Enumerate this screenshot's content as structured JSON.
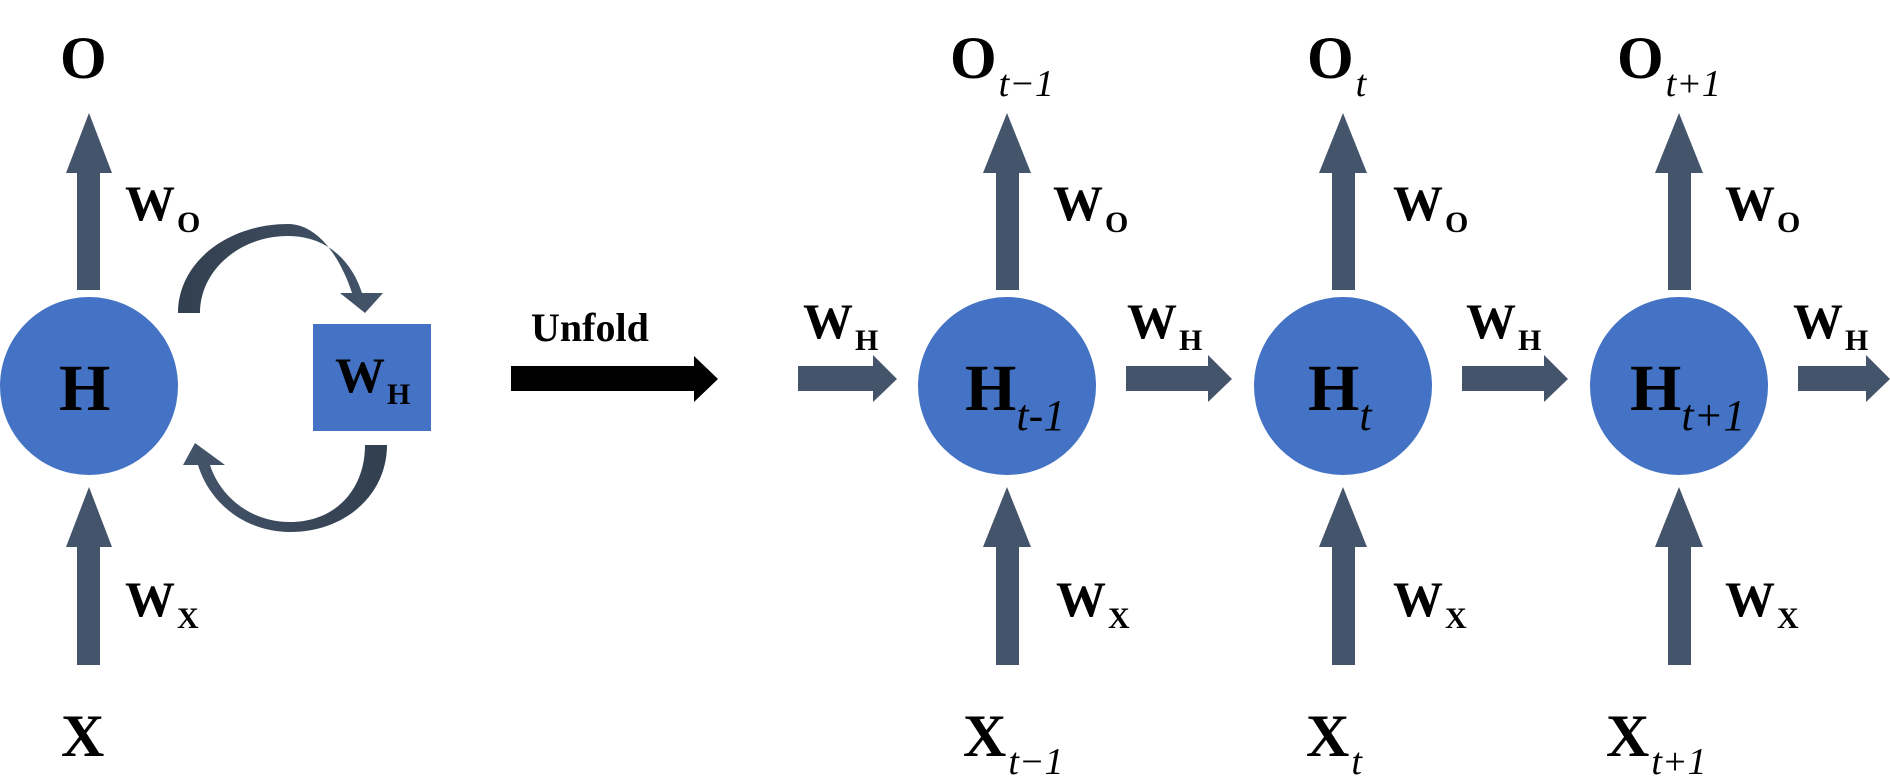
{
  "colors": {
    "node_fill": "#4472C4",
    "arrow_fill": "#44546A",
    "unfold_arrow": "#000000",
    "text": "#000000"
  },
  "folded": {
    "output_label": "O",
    "hidden_label": "H",
    "input_label": "X",
    "w_out": {
      "main": "W",
      "sub": "O"
    },
    "w_in": {
      "main": "W",
      "sub": "X"
    },
    "w_rec": {
      "main": "W",
      "sub": "H"
    }
  },
  "unfold_label": "Unfold",
  "unfolded": {
    "incoming_w": {
      "main": "W",
      "sub": "H"
    },
    "steps": [
      {
        "hidden": {
          "main": "H",
          "sub": "t-1"
        },
        "output": {
          "main": "O",
          "sub": "t−1"
        },
        "input": {
          "main": "X",
          "sub": "t−1"
        },
        "w_out": {
          "main": "W",
          "sub": "O"
        },
        "w_in": {
          "main": "W",
          "sub": "X"
        },
        "w_next": {
          "main": "W",
          "sub": "H"
        }
      },
      {
        "hidden": {
          "main": "H",
          "sub": "t"
        },
        "output": {
          "main": "O",
          "sub": "t"
        },
        "input": {
          "main": "X",
          "sub": "t"
        },
        "w_out": {
          "main": "W",
          "sub": "O"
        },
        "w_in": {
          "main": "W",
          "sub": "X"
        },
        "w_next": {
          "main": "W",
          "sub": "H"
        }
      },
      {
        "hidden": {
          "main": "H",
          "sub": "t+1"
        },
        "output": {
          "main": "O",
          "sub": "t+1"
        },
        "input": {
          "main": "X",
          "sub": "t+1"
        },
        "w_out": {
          "main": "W",
          "sub": "O"
        },
        "w_in": {
          "main": "W",
          "sub": "X"
        },
        "w_next": {
          "main": "W",
          "sub": "H"
        }
      }
    ]
  }
}
